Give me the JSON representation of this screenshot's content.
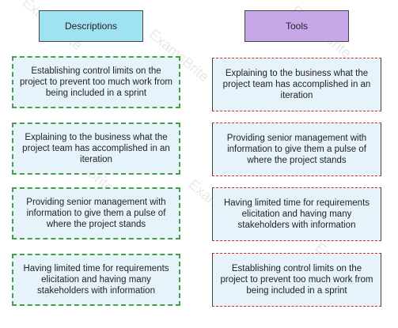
{
  "headers": {
    "left": "Descriptions",
    "right": "Tools"
  },
  "descriptions": [
    "Establishing control limits on the project to prevent too much work from being included in a sprint",
    "Explaining to the business what the project team has accomplished in an iteration",
    "Providing senior management with information to give them a pulse of where the project stands",
    "Having limited time for requirements elicitation and having many stakeholders with information"
  ],
  "tools": [
    "Explaining to the business what the project team has accomplished in an iteration",
    "Providing senior management with information to give them a pulse of where the project stands",
    "Having limited time for requirements elicitation and having many stakeholders with information",
    "Establishing control limits on the project to prevent too much work from being included in a sprint"
  ],
  "watermark_text": "ExamsBrite",
  "colors": {
    "left_header": "#9fe2f2",
    "right_header": "#c6a8e8",
    "box_fill": "#e7f3fb",
    "left_border": "#46a04a",
    "right_border": "#dd2222"
  }
}
